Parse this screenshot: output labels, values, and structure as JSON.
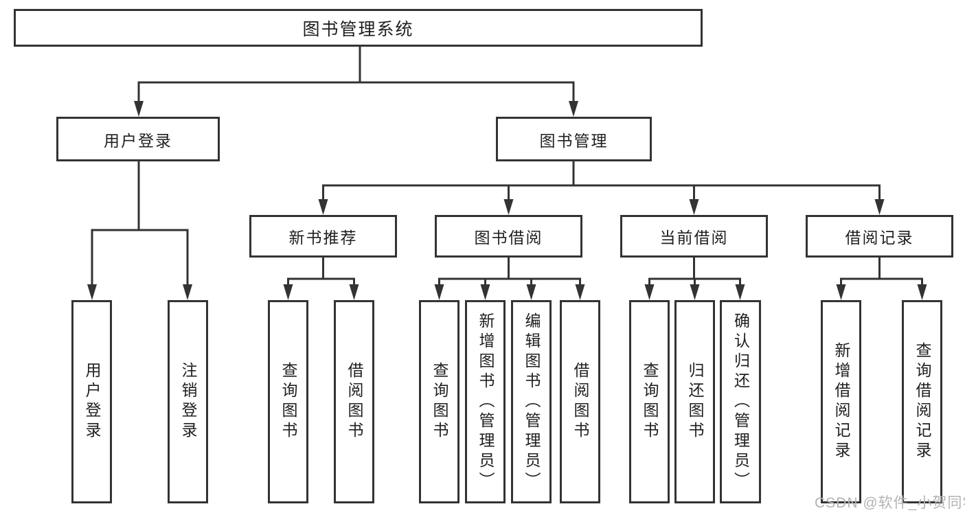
{
  "tree": {
    "label": "图书管理系统",
    "children": [
      {
        "label": "用户登录",
        "children": [
          {
            "label": "用户登录"
          },
          {
            "label": "注销登录"
          }
        ]
      },
      {
        "label": "图书管理",
        "children": [
          {
            "label": "新书推荐",
            "children": [
              {
                "label": "查询图书"
              },
              {
                "label": "借阅图书"
              }
            ]
          },
          {
            "label": "图书借阅",
            "children": [
              {
                "label": "查询图书"
              },
              {
                "label": "新增图书（管理员）"
              },
              {
                "label": "编辑图书（管理员）"
              },
              {
                "label": "借阅图书"
              }
            ]
          },
          {
            "label": "当前借阅",
            "children": [
              {
                "label": "查询图书"
              },
              {
                "label": "归还图书"
              },
              {
                "label": "确认归还（管理员）"
              }
            ]
          },
          {
            "label": "借阅记录",
            "children": [
              {
                "label": "新增借阅记录"
              },
              {
                "label": "查询借阅记录"
              }
            ]
          }
        ]
      }
    ]
  },
  "watermark": {
    "text": "CSDN @软件_小贺同学"
  },
  "colors": {
    "line": "#333333",
    "node_border": "#333333",
    "node_text": "#1f1f1f",
    "background": "#ffffff",
    "watermark": "#b3b3b3"
  }
}
